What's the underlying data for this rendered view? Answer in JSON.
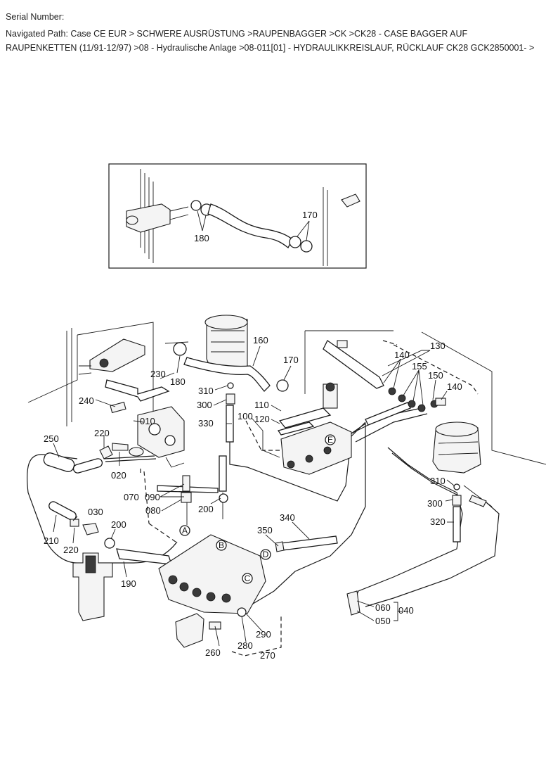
{
  "header": {
    "serial_label": "Serial Number:",
    "path_label": "Navigated Path: Case CE EUR > SCHWERE AUSRÜSTUNG >RAUPENBAGGER >CK >CK28 - CASE BAGGER AUF RAUPENKETTEN (11/91-12/97) >08 - Hydraulische Anlage >08-011[01] - HYDRAULIKKREISLAUF, RÜCKLAUF CK28 GCK2850001- >"
  },
  "inset": {
    "callouts": [
      "180",
      "170"
    ]
  },
  "diagram": {
    "callouts": [
      "010",
      "020",
      "030",
      "040",
      "050",
      "060",
      "070",
      "080",
      "090",
      "100",
      "110",
      "120",
      "130",
      "140",
      "140",
      "150",
      "155",
      "160",
      "170",
      "180",
      "190",
      "200",
      "200",
      "210",
      "220",
      "220",
      "230",
      "240",
      "250",
      "260",
      "270",
      "280",
      "290",
      "300",
      "300",
      "310",
      "310",
      "320",
      "330",
      "340",
      "350"
    ],
    "connection_markers": [
      "A",
      "B",
      "C",
      "D",
      "E"
    ]
  }
}
